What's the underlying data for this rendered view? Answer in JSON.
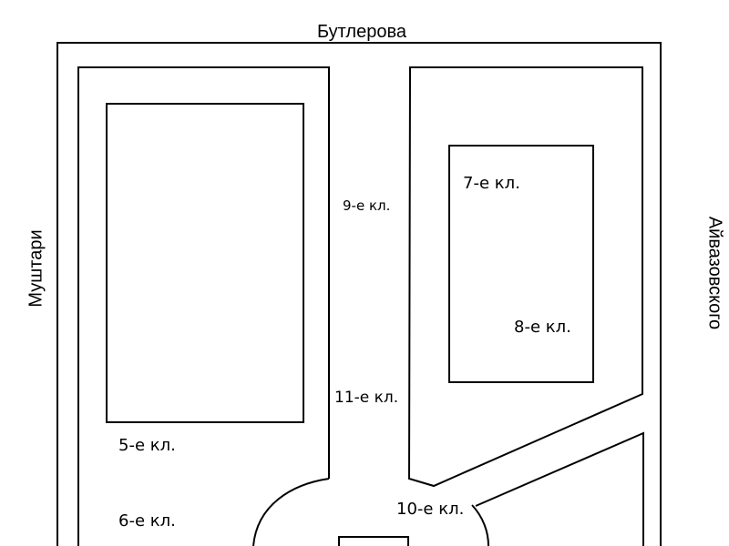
{
  "streets": {
    "top": "Бутлерова",
    "left": "Муштари",
    "right": "Айвазовского"
  },
  "labels": {
    "grade9": "9-е кл.",
    "grade7": "7-е кл.",
    "grade8": "8-е кл.",
    "grade11": "11-е кл.",
    "grade5": "5-е кл.",
    "grade6": "6-е кл.",
    "grade10": "10-е кл."
  }
}
